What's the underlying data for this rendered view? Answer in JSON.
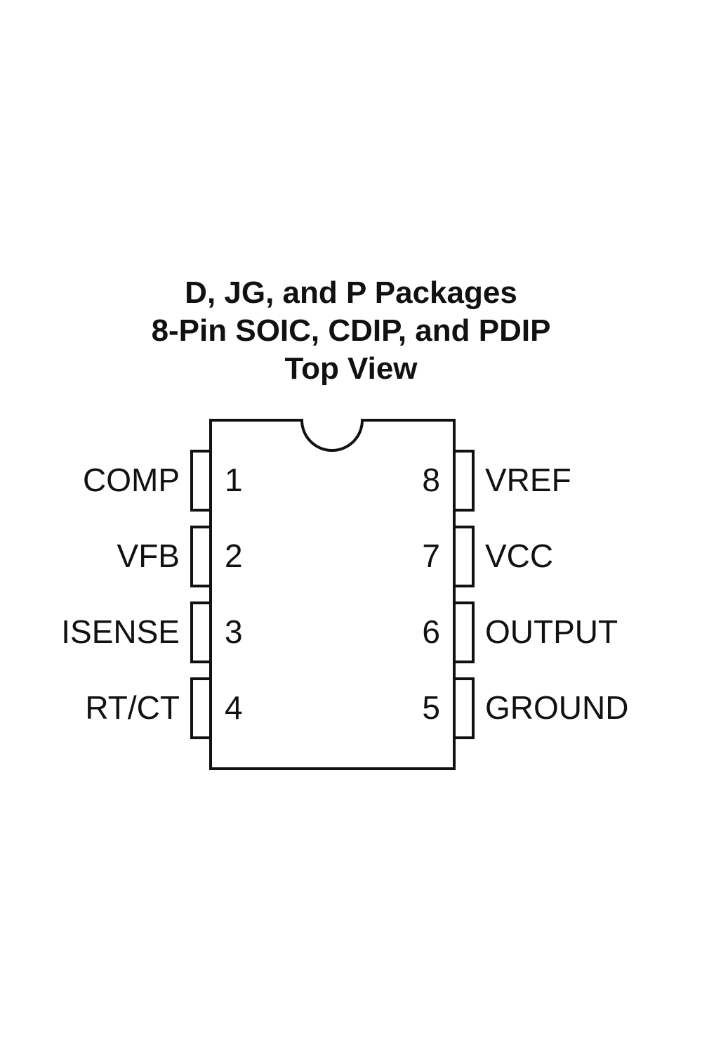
{
  "title": {
    "line1": "D, JG, and P Packages",
    "line2": "8-Pin SOIC, CDIP, and PDIP",
    "line3": "Top View"
  },
  "pins": {
    "left": [
      {
        "number": "1",
        "label": "COMP"
      },
      {
        "number": "2",
        "label": "VFB"
      },
      {
        "number": "3",
        "label": "ISENSE"
      },
      {
        "number": "4",
        "label": "RT/CT"
      }
    ],
    "right": [
      {
        "number": "8",
        "label": "VREF"
      },
      {
        "number": "7",
        "label": "VCC"
      },
      {
        "number": "6",
        "label": "OUTPUT"
      },
      {
        "number": "5",
        "label": "GROUND"
      }
    ]
  },
  "colors": {
    "stroke": "#111111",
    "background": "#ffffff"
  }
}
